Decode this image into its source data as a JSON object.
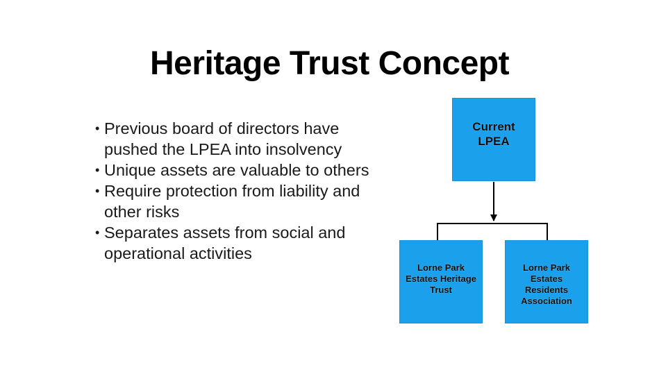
{
  "slide": {
    "title": "Heritage Trust Concept",
    "bullets": [
      "Previous board of directors have pushed the LPEA into insolvency",
      "Unique assets are valuable to others",
      "Require protection from liability and other risks",
      "Separates assets from social and operational activities"
    ]
  },
  "diagram": {
    "top_box": {
      "label": "Current LPEA"
    },
    "left_box": {
      "label": "Lorne Park Estates Heritage Trust"
    },
    "right_box": {
      "label": "Lorne Park Estates Residents Association"
    },
    "colors": {
      "box_fill": "#1ba1ec",
      "connector": "#000000"
    }
  }
}
